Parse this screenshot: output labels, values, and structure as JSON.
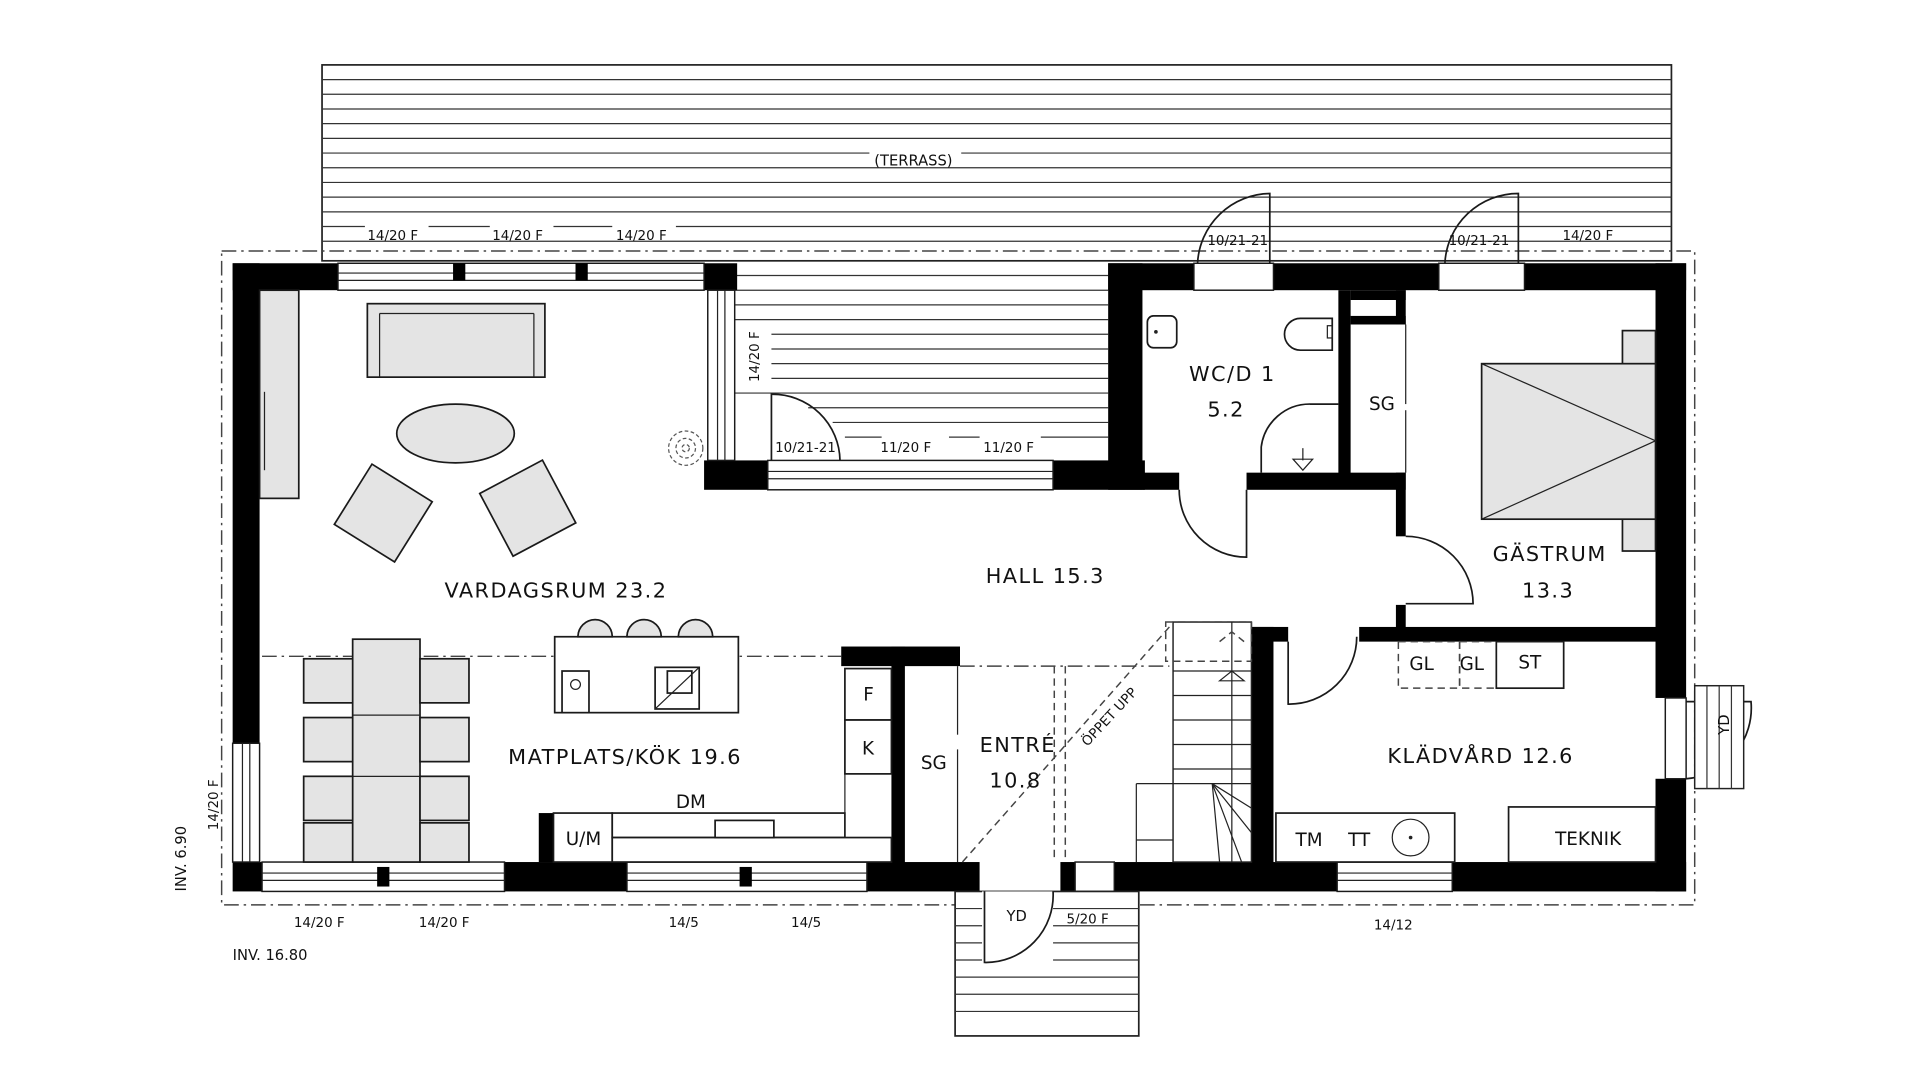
{
  "plan": {
    "terrace_label": "(TERRASS)",
    "rooms": {
      "vardagsrum": "VARDAGSRUM 23.2",
      "hall": "HALL 15.3",
      "wc_name": "WC/D 1",
      "wc_area": "5.2",
      "gastrum_name": "GÄSTRUM",
      "gastrum_area": "13.3",
      "matplats": "MATPLATS/KÖK 19.6",
      "entre_name": "ENTRÉ",
      "entre_area": "10.8",
      "kladvard": "KLÄDVÅRD 12.6"
    },
    "fixtures": {
      "sg_wc": "SG",
      "sg_entre": "SG",
      "fridge": "F",
      "freezer": "K",
      "dishwasher": "DM",
      "oven_micro": "U/M",
      "gl1": "GL",
      "gl2": "GL",
      "st": "ST",
      "tm": "TM",
      "tt": "TT",
      "teknik": "TEKNIK",
      "yd_entry": "YD",
      "yd_side": "YD",
      "stair_note": "ÖPPET UPP"
    },
    "window_labels": {
      "top_1": "14/20 F",
      "top_2": "14/20 F",
      "top_3": "14/20 F",
      "top_right": "14/20 F",
      "terrace_vertical": "14/20 F",
      "door_terrace_left": "10/21-21",
      "terrace_win_1": "11/20 F",
      "terrace_win_2": "11/20 F",
      "door_wc": "10/21-21",
      "door_guest": "10/21-21",
      "left_vertical": "14/20 F",
      "bottom_1": "14/20 F",
      "bottom_2": "14/20 F",
      "bottom_3": "14/5",
      "bottom_4": "14/5",
      "bottom_entry": "5/20 F",
      "bottom_right": "14/12"
    },
    "levels": {
      "inv_side": "INV. 6.90",
      "inv_bottom": "INV. 16.80"
    }
  }
}
